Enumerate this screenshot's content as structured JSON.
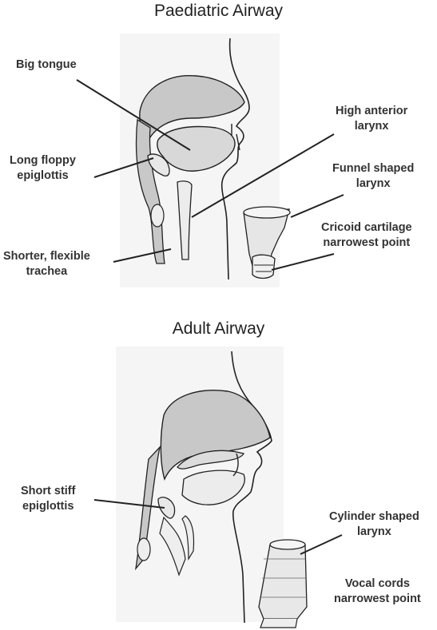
{
  "titles": {
    "paediatric": "Paediatric Airway",
    "adult": "Adult Airway"
  },
  "paediatric_labels": {
    "big_tongue": "Big tongue",
    "epiglottis_line1": "Long floppy",
    "epiglottis_line2": "epiglottis",
    "trachea_line1": "Shorter, flexible",
    "trachea_line2": "trachea",
    "larynx_high_line1": "High anterior",
    "larynx_high_line2": "larynx",
    "larynx_funnel_line1": "Funnel shaped",
    "larynx_funnel_line2": "larynx",
    "cricoid_line1": "Cricoid cartilage",
    "cricoid_line2": "narrowest point"
  },
  "adult_labels": {
    "epiglottis_line1": "Short stiff",
    "epiglottis_line2": "epiglottis",
    "larynx_line1": "Cylinder shaped",
    "larynx_line2": "larynx",
    "vocal_line1": "Vocal cords",
    "vocal_line2": "narrowest point"
  },
  "colors": {
    "tissue_fill": "#c8c8c8",
    "outline": "#222222",
    "panel_bg": "#f4f4f4"
  }
}
